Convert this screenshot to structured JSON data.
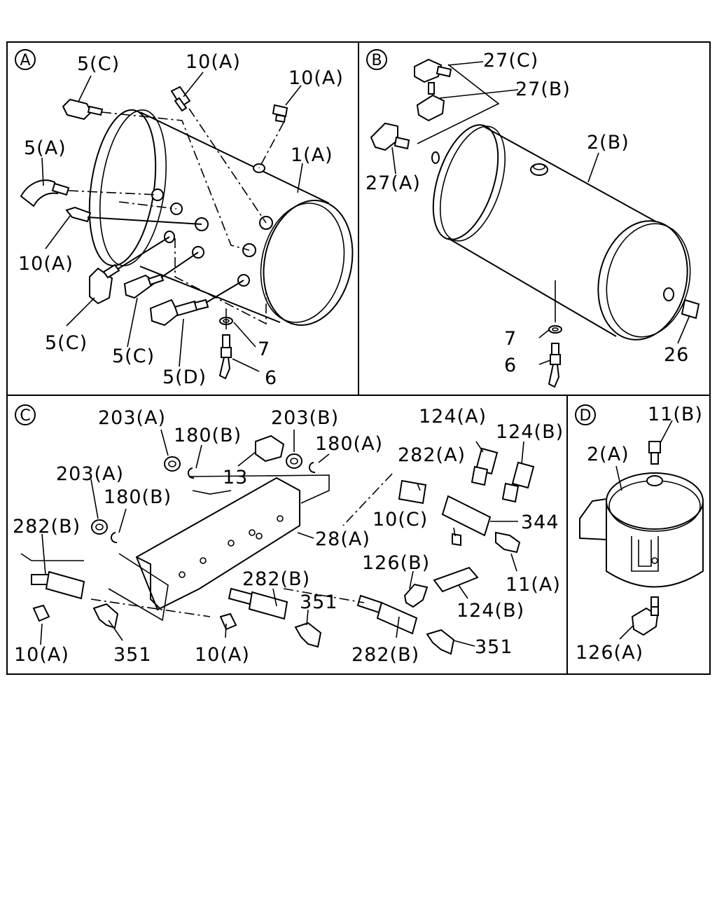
{
  "panels": [
    {
      "id": "A",
      "badge": "A"
    },
    {
      "id": "B",
      "badge": "B"
    },
    {
      "id": "C",
      "badge": "C"
    },
    {
      "id": "D",
      "badge": "D"
    }
  ],
  "labels": {
    "a_5c_top": "5(C)",
    "a_10a_top1": "10(A)",
    "a_10a_top2": "10(A)",
    "a_5a": "5(A)",
    "a_1a": "1(A)",
    "a_10a_left": "10(A)",
    "a_5c_bl": "5(C)",
    "a_5c_bm": "5(C)",
    "a_5d": "5(D)",
    "a_7": "7",
    "a_6": "6",
    "b_27c": "27(C)",
    "b_27b": "27(B)",
    "b_27a": "27(A)",
    "b_2b": "2(B)",
    "b_7": "7",
    "b_6": "6",
    "b_26": "26",
    "c_203a_top": "203(A)",
    "c_180b_top": "180(B)",
    "c_203b": "203(B)",
    "c_180a": "180(A)",
    "c_13": "13",
    "c_124a": "124(A)",
    "c_124b_top": "124(B)",
    "c_282a": "282(A)",
    "c_203a_mid": "203(A)",
    "c_180b_mid": "180(B)",
    "c_282b_left": "282(B)",
    "c_10c": "10(C)",
    "c_344": "344",
    "c_28a": "28(A)",
    "c_126b": "126(B)",
    "c_11a": "11(A)",
    "c_282b_mid": "282(B)",
    "c_351_mid": "351",
    "c_124b_bot": "124(B)",
    "c_10a_left": "10(A)",
    "c_351_left": "351",
    "c_10a_mid": "10(A)",
    "c_282b_right": "282(B)",
    "c_351_right": "351",
    "d_11b": "11(B)",
    "d_2a": "2(A)",
    "d_126a": "126(A)"
  }
}
